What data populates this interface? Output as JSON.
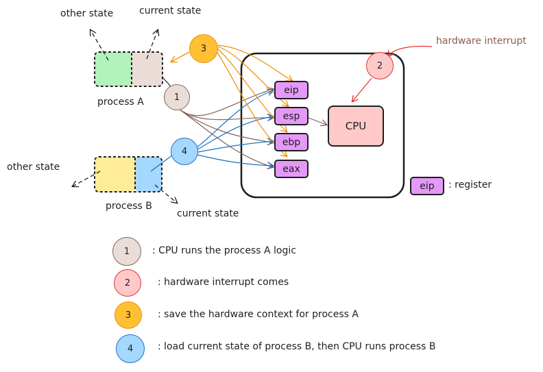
{
  "labels": {
    "other_state_a": "other state",
    "current_state_a": "current state",
    "process_a": "process A",
    "other_state_b": "other state",
    "current_state_b": "current state",
    "process_b": "process B",
    "hardware_interrupt": "hardware interrupt",
    "cpu": "CPU"
  },
  "registers": [
    "eip",
    "esp",
    "ebp",
    "eax"
  ],
  "key": {
    "register_box": "eip",
    "register_text": ": register"
  },
  "steps": {
    "one": "1",
    "two": "2",
    "three": "3",
    "four": "4"
  },
  "legend": [
    {
      "number": "1",
      "text": ": CPU runs the process A logic"
    },
    {
      "number": "2",
      "text": ": hardware interrupt comes"
    },
    {
      "number": "3",
      "text": ": save the hardware context for process A"
    },
    {
      "number": "4",
      "text": ": load current state of process B, then CPU runs process B"
    }
  ],
  "colors": {
    "step1": "#eaddd7",
    "step2": "#ffc9c9",
    "step3": "#ffc034",
    "step4": "#a5d8ff",
    "register": "#e599f7",
    "process_a_other": "#b2f2bb",
    "process_a_current": "#eaddd7",
    "process_b_other": "#ffec99",
    "process_b_current": "#a5d8ff"
  }
}
